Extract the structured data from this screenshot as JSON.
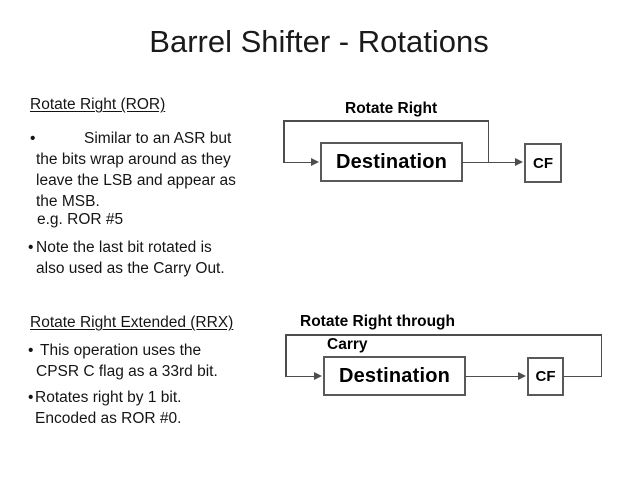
{
  "slide": {
    "title": "Barrel Shifter - Rotations"
  },
  "bullet_char": "•",
  "sections": {
    "ror": {
      "heading": "Rotate Right (ROR)",
      "bullet1": "Similar to an ASR but\nthe bits wrap around as they\nleave the LSB and appear as\nthe MSB.",
      "example": "e.g. ROR #5",
      "bullet2": "Note the last bit rotated is\nalso used as the Carry Out."
    },
    "rrx": {
      "heading": "Rotate Right Extended (RRX)",
      "bullet1": "This operation uses the\nCPSR C flag as a 33rd bit.",
      "bullet2": "Rotates right by 1 bit.\nEncoded as ROR #0."
    }
  },
  "diagrams": {
    "rotate_right": {
      "label": "Rotate Right",
      "destination": "Destination",
      "cf": "CF"
    },
    "rotate_right_carry": {
      "label_line1": "Rotate Right through",
      "label_line2": "Carry",
      "destination": "Destination",
      "cf": "CF"
    }
  },
  "colors": {
    "line": "#4d4d4d",
    "text": "#141414"
  }
}
